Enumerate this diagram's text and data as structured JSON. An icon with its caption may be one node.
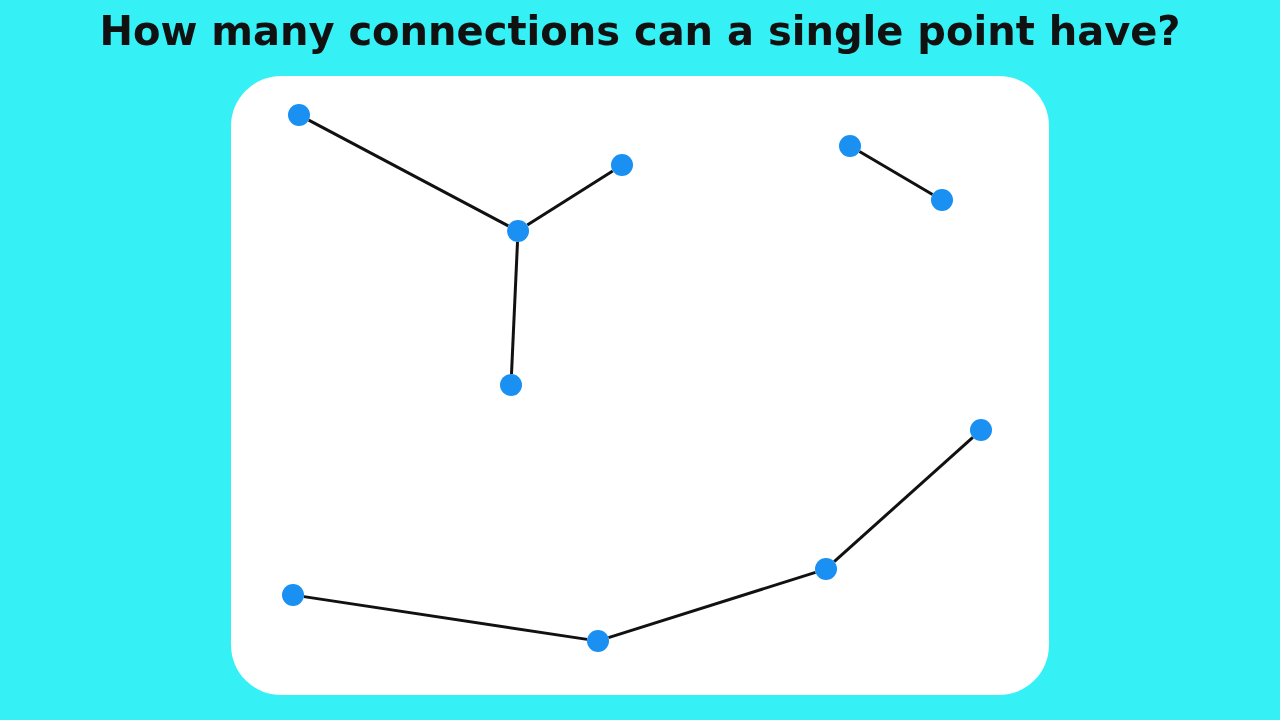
{
  "diagram": {
    "title": "How many connections can a single point have?",
    "nodes": [
      {
        "text": [],
        "shape": "circle"
      },
      {
        "text": [],
        "shape": "circle"
      },
      {
        "text": [],
        "shape": "circle"
      },
      {
        "text": [],
        "shape": "circle"
      },
      {
        "text": [],
        "shape": "circle"
      },
      {
        "text": [],
        "shape": "circle"
      },
      {
        "text": [],
        "shape": "circle"
      },
      {
        "text": [],
        "shape": "circle"
      },
      {
        "text": [],
        "shape": "circle"
      },
      {
        "text": [],
        "shape": "circle"
      }
    ],
    "edges": [
      {
        "from": 0,
        "to": 4,
        "arrow": "none"
      },
      {
        "from": 2,
        "to": 4,
        "arrow": "none"
      },
      {
        "from": 4,
        "to": 5,
        "arrow": "none"
      },
      {
        "from": 1,
        "to": 3,
        "arrow": "none"
      },
      {
        "from": 8,
        "to": 9,
        "arrow": "none"
      },
      {
        "from": 9,
        "to": 7,
        "arrow": "none"
      },
      {
        "from": 7,
        "to": 6,
        "arrow": "none"
      }
    ]
  }
}
